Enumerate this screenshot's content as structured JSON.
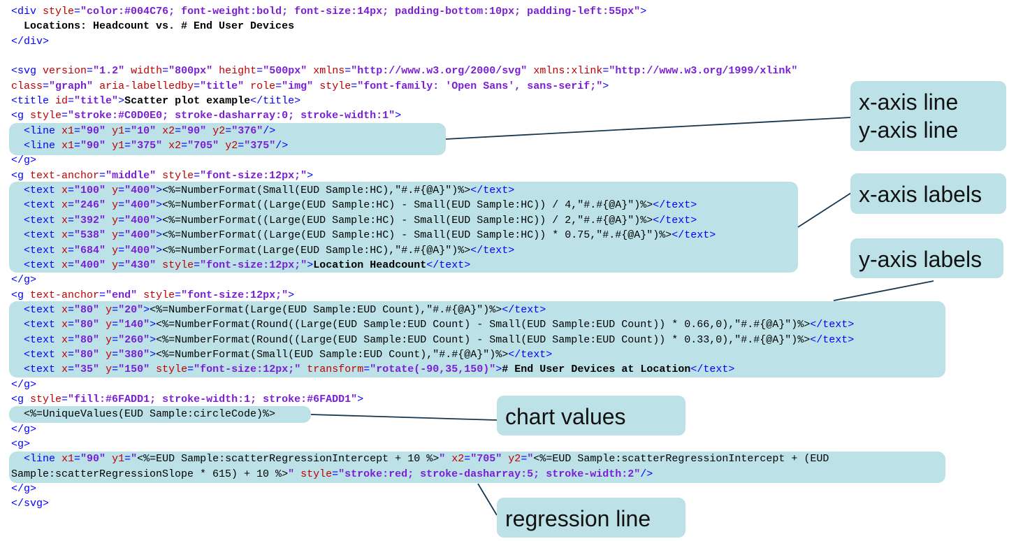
{
  "code_lines": [
    [
      [
        "tag",
        "<div "
      ],
      [
        "attr",
        "style"
      ],
      [
        "tag",
        "="
      ],
      [
        "val",
        "\"color:#004C76; font-weight:bold; font-size:14px; padding-bottom:10px; padding-left:55px\""
      ],
      [
        "tag",
        ">"
      ]
    ],
    [
      [
        "text",
        "  Locations: Headcount vs. # End User Devices"
      ]
    ],
    [
      [
        "tag",
        "</div>"
      ]
    ],
    [
      [
        "txt",
        ""
      ]
    ],
    [
      [
        "tag",
        "<svg"
      ],
      [
        "txt",
        " "
      ],
      [
        "attr",
        "version"
      ],
      [
        "tag",
        "="
      ],
      [
        "val",
        "\"1.2\""
      ],
      [
        "txt",
        " "
      ],
      [
        "attr",
        "width"
      ],
      [
        "tag",
        "="
      ],
      [
        "val",
        "\"800px\""
      ],
      [
        "txt",
        " "
      ],
      [
        "attr",
        "height"
      ],
      [
        "tag",
        "="
      ],
      [
        "val",
        "\"500px\""
      ],
      [
        "txt",
        " "
      ],
      [
        "attr",
        "xmlns"
      ],
      [
        "tag",
        "="
      ],
      [
        "val",
        "\"http://www.w3.org/2000/svg\""
      ],
      [
        "txt",
        " "
      ],
      [
        "attr",
        "xmlns:xlink"
      ],
      [
        "tag",
        "="
      ],
      [
        "val",
        "\"http://www.w3.org/1999/xlink\""
      ]
    ],
    [
      [
        "attr",
        "class"
      ],
      [
        "tag",
        "="
      ],
      [
        "val",
        "\"graph\""
      ],
      [
        "txt",
        " "
      ],
      [
        "attr",
        "aria-labelledby"
      ],
      [
        "tag",
        "="
      ],
      [
        "val",
        "\"title\""
      ],
      [
        "txt",
        " "
      ],
      [
        "attr",
        "role"
      ],
      [
        "tag",
        "="
      ],
      [
        "val",
        "\"img\""
      ],
      [
        "txt",
        " "
      ],
      [
        "attr",
        "style"
      ],
      [
        "tag",
        "="
      ],
      [
        "val",
        "\"font-family: 'Open Sans', sans-serif;\""
      ],
      [
        "tag",
        ">"
      ]
    ],
    [
      [
        "tag",
        "<title "
      ],
      [
        "attr",
        "id"
      ],
      [
        "tag",
        "="
      ],
      [
        "val",
        "\"title\""
      ],
      [
        "tag",
        ">"
      ],
      [
        "text",
        "Scatter plot example"
      ],
      [
        "tag",
        "</title>"
      ]
    ],
    [
      [
        "tag",
        "<g "
      ],
      [
        "attr",
        "style"
      ],
      [
        "tag",
        "="
      ],
      [
        "val",
        "\"stroke:#C0D0E0; stroke-dasharray:0; stroke-width:1\""
      ],
      [
        "tag",
        ">"
      ]
    ],
    [
      [
        "tag",
        "  <line "
      ],
      [
        "attr",
        "x1"
      ],
      [
        "tag",
        "="
      ],
      [
        "val",
        "\"90\""
      ],
      [
        "txt",
        " "
      ],
      [
        "attr",
        "y1"
      ],
      [
        "tag",
        "="
      ],
      [
        "val",
        "\"10\""
      ],
      [
        "txt",
        " "
      ],
      [
        "attr",
        "x2"
      ],
      [
        "tag",
        "="
      ],
      [
        "val",
        "\"90\""
      ],
      [
        "txt",
        " "
      ],
      [
        "attr",
        "y2"
      ],
      [
        "tag",
        "="
      ],
      [
        "val",
        "\"376\""
      ],
      [
        "tag",
        "/>"
      ]
    ],
    [
      [
        "tag",
        "  <line "
      ],
      [
        "attr",
        "x1"
      ],
      [
        "tag",
        "="
      ],
      [
        "val",
        "\"90\""
      ],
      [
        "txt",
        " "
      ],
      [
        "attr",
        "y1"
      ],
      [
        "tag",
        "="
      ],
      [
        "val",
        "\"375\""
      ],
      [
        "txt",
        " "
      ],
      [
        "attr",
        "x2"
      ],
      [
        "tag",
        "="
      ],
      [
        "val",
        "\"705\""
      ],
      [
        "txt",
        " "
      ],
      [
        "attr",
        "y2"
      ],
      [
        "tag",
        "="
      ],
      [
        "val",
        "\"375\""
      ],
      [
        "tag",
        "/>"
      ]
    ],
    [
      [
        "tag",
        "</g>"
      ]
    ],
    [
      [
        "tag",
        "<g "
      ],
      [
        "attr",
        "text-anchor"
      ],
      [
        "tag",
        "="
      ],
      [
        "val",
        "\"middle\""
      ],
      [
        "txt",
        " "
      ],
      [
        "attr",
        "style"
      ],
      [
        "tag",
        "="
      ],
      [
        "val",
        "\"font-size:12px;\""
      ],
      [
        "tag",
        ">"
      ]
    ],
    [
      [
        "tag",
        "  <text "
      ],
      [
        "attr",
        "x"
      ],
      [
        "tag",
        "="
      ],
      [
        "val",
        "\"100\""
      ],
      [
        "txt",
        " "
      ],
      [
        "attr",
        "y"
      ],
      [
        "tag",
        "="
      ],
      [
        "val",
        "\"400\""
      ],
      [
        "tag",
        ">"
      ],
      [
        "txt",
        "<%=NumberFormat(Small(EUD Sample:HC),\"#.#{@A}\")%>"
      ],
      [
        "tag",
        "</text>"
      ]
    ],
    [
      [
        "tag",
        "  <text "
      ],
      [
        "attr",
        "x"
      ],
      [
        "tag",
        "="
      ],
      [
        "val",
        "\"246\""
      ],
      [
        "txt",
        " "
      ],
      [
        "attr",
        "y"
      ],
      [
        "tag",
        "="
      ],
      [
        "val",
        "\"400\""
      ],
      [
        "tag",
        ">"
      ],
      [
        "txt",
        "<%=NumberFormat((Large(EUD Sample:HC) - Small(EUD Sample:HC)) / 4,\"#.#{@A}\")%>"
      ],
      [
        "tag",
        "</text>"
      ]
    ],
    [
      [
        "tag",
        "  <text "
      ],
      [
        "attr",
        "x"
      ],
      [
        "tag",
        "="
      ],
      [
        "val",
        "\"392\""
      ],
      [
        "txt",
        " "
      ],
      [
        "attr",
        "y"
      ],
      [
        "tag",
        "="
      ],
      [
        "val",
        "\"400\""
      ],
      [
        "tag",
        ">"
      ],
      [
        "txt",
        "<%=NumberFormat((Large(EUD Sample:HC) - Small(EUD Sample:HC)) / 2,\"#.#{@A}\")%>"
      ],
      [
        "tag",
        "</text>"
      ]
    ],
    [
      [
        "tag",
        "  <text "
      ],
      [
        "attr",
        "x"
      ],
      [
        "tag",
        "="
      ],
      [
        "val",
        "\"538\""
      ],
      [
        "txt",
        " "
      ],
      [
        "attr",
        "y"
      ],
      [
        "tag",
        "="
      ],
      [
        "val",
        "\"400\""
      ],
      [
        "tag",
        ">"
      ],
      [
        "txt",
        "<%=NumberFormat((Large(EUD Sample:HC) - Small(EUD Sample:HC)) * 0.75,\"#.#{@A}\")%>"
      ],
      [
        "tag",
        "</text>"
      ]
    ],
    [
      [
        "tag",
        "  <text "
      ],
      [
        "attr",
        "x"
      ],
      [
        "tag",
        "="
      ],
      [
        "val",
        "\"684\""
      ],
      [
        "txt",
        " "
      ],
      [
        "attr",
        "y"
      ],
      [
        "tag",
        "="
      ],
      [
        "val",
        "\"400\""
      ],
      [
        "tag",
        ">"
      ],
      [
        "txt",
        "<%=NumberFormat(Large(EUD Sample:HC),\"#.#{@A}\")%>"
      ],
      [
        "tag",
        "</text>"
      ]
    ],
    [
      [
        "tag",
        "  <text "
      ],
      [
        "attr",
        "x"
      ],
      [
        "tag",
        "="
      ],
      [
        "val",
        "\"400\""
      ],
      [
        "txt",
        " "
      ],
      [
        "attr",
        "y"
      ],
      [
        "tag",
        "="
      ],
      [
        "val",
        "\"430\""
      ],
      [
        "txt",
        " "
      ],
      [
        "attr",
        "style"
      ],
      [
        "tag",
        "="
      ],
      [
        "val",
        "\"font-size:12px;\""
      ],
      [
        "tag",
        ">"
      ],
      [
        "text",
        "Location Headcount"
      ],
      [
        "tag",
        "</text>"
      ]
    ],
    [
      [
        "tag",
        "</g>"
      ]
    ],
    [
      [
        "tag",
        "<g "
      ],
      [
        "attr",
        "text-anchor"
      ],
      [
        "tag",
        "="
      ],
      [
        "val",
        "\"end\""
      ],
      [
        "txt",
        " "
      ],
      [
        "attr",
        "style"
      ],
      [
        "tag",
        "="
      ],
      [
        "val",
        "\"font-size:12px;\""
      ],
      [
        "tag",
        ">"
      ]
    ],
    [
      [
        "tag",
        "  <text "
      ],
      [
        "attr",
        "x"
      ],
      [
        "tag",
        "="
      ],
      [
        "val",
        "\"80\""
      ],
      [
        "txt",
        " "
      ],
      [
        "attr",
        "y"
      ],
      [
        "tag",
        "="
      ],
      [
        "val",
        "\"20\""
      ],
      [
        "tag",
        ">"
      ],
      [
        "txt",
        "<%=NumberFormat(Large(EUD Sample:EUD Count),\"#.#{@A}\")%>"
      ],
      [
        "tag",
        "</text>"
      ]
    ],
    [
      [
        "tag",
        "  <text "
      ],
      [
        "attr",
        "x"
      ],
      [
        "tag",
        "="
      ],
      [
        "val",
        "\"80\""
      ],
      [
        "txt",
        " "
      ],
      [
        "attr",
        "y"
      ],
      [
        "tag",
        "="
      ],
      [
        "val",
        "\"140\""
      ],
      [
        "tag",
        ">"
      ],
      [
        "txt",
        "<%=NumberFormat(Round((Large(EUD Sample:EUD Count) - Small(EUD Sample:EUD Count)) * 0.66,0),\"#.#{@A}\")%>"
      ],
      [
        "tag",
        "</text>"
      ]
    ],
    [
      [
        "tag",
        "  <text "
      ],
      [
        "attr",
        "x"
      ],
      [
        "tag",
        "="
      ],
      [
        "val",
        "\"80\""
      ],
      [
        "txt",
        " "
      ],
      [
        "attr",
        "y"
      ],
      [
        "tag",
        "="
      ],
      [
        "val",
        "\"260\""
      ],
      [
        "tag",
        ">"
      ],
      [
        "txt",
        "<%=NumberFormat(Round((Large(EUD Sample:EUD Count) - Small(EUD Sample:EUD Count)) * 0.33,0),\"#.#{@A}\")%>"
      ],
      [
        "tag",
        "</text>"
      ]
    ],
    [
      [
        "tag",
        "  <text "
      ],
      [
        "attr",
        "x"
      ],
      [
        "tag",
        "="
      ],
      [
        "val",
        "\"80\""
      ],
      [
        "txt",
        " "
      ],
      [
        "attr",
        "y"
      ],
      [
        "tag",
        "="
      ],
      [
        "val",
        "\"380\""
      ],
      [
        "tag",
        ">"
      ],
      [
        "txt",
        "<%=NumberFormat(Small(EUD Sample:EUD Count),\"#.#{@A}\")%>"
      ],
      [
        "tag",
        "</text>"
      ]
    ],
    [
      [
        "tag",
        "  <text "
      ],
      [
        "attr",
        "x"
      ],
      [
        "tag",
        "="
      ],
      [
        "val",
        "\"35\""
      ],
      [
        "txt",
        " "
      ],
      [
        "attr",
        "y"
      ],
      [
        "tag",
        "="
      ],
      [
        "val",
        "\"150\""
      ],
      [
        "txt",
        " "
      ],
      [
        "attr",
        "style"
      ],
      [
        "tag",
        "="
      ],
      [
        "val",
        "\"font-size:12px;\""
      ],
      [
        "txt",
        " "
      ],
      [
        "attr",
        "transform"
      ],
      [
        "tag",
        "="
      ],
      [
        "val",
        "\"rotate(-90,35,150)\""
      ],
      [
        "tag",
        ">"
      ],
      [
        "text",
        "# End User Devices at Location"
      ],
      [
        "tag",
        "</text>"
      ]
    ],
    [
      [
        "tag",
        "</g>"
      ]
    ],
    [
      [
        "tag",
        "<g "
      ],
      [
        "attr",
        "style"
      ],
      [
        "tag",
        "="
      ],
      [
        "val",
        "\"fill:#6FADD1; stroke-width:1; stroke:#6FADD1\""
      ],
      [
        "tag",
        ">"
      ]
    ],
    [
      [
        "txt",
        "  <%=UniqueValues(EUD Sample:circleCode)%>"
      ]
    ],
    [
      [
        "tag",
        "</g>"
      ]
    ],
    [
      [
        "tag",
        "<g>"
      ]
    ],
    [
      [
        "tag",
        "  <line "
      ],
      [
        "attr",
        "x1"
      ],
      [
        "tag",
        "="
      ],
      [
        "val",
        "\"90\""
      ],
      [
        "txt",
        " "
      ],
      [
        "attr",
        "y1"
      ],
      [
        "tag",
        "="
      ],
      [
        "val",
        "\""
      ],
      [
        "txt",
        "<%=EUD Sample:scatterRegressionIntercept + 10 %>"
      ],
      [
        "val",
        "\""
      ],
      [
        "txt",
        " "
      ],
      [
        "attr",
        "x2"
      ],
      [
        "tag",
        "="
      ],
      [
        "val",
        "\"705\""
      ],
      [
        "txt",
        " "
      ],
      [
        "attr",
        "y2"
      ],
      [
        "tag",
        "="
      ],
      [
        "val",
        "\""
      ],
      [
        "txt",
        "<%=EUD Sample:scatterRegressionIntercept + (EUD"
      ]
    ],
    [
      [
        "txt",
        "Sample:scatterRegressionSlope * 615) + 10 %>"
      ],
      [
        "val",
        "\""
      ],
      [
        "txt",
        " "
      ],
      [
        "attr",
        "style"
      ],
      [
        "tag",
        "="
      ],
      [
        "val",
        "\"stroke:red; stroke-dasharray:5; stroke-width:2\""
      ],
      [
        "tag",
        "/>"
      ]
    ],
    [
      [
        "tag",
        "</g>"
      ]
    ],
    [
      [
        "tag",
        "</svg>"
      ]
    ]
  ],
  "callouts": {
    "axis_lines": [
      "x-axis line",
      "y-axis line"
    ],
    "x_labels": "x-axis labels",
    "y_labels": "y-axis labels",
    "chart_values": "chart values",
    "regression": "regression line"
  },
  "colors": {
    "highlight": "#BCE2E8",
    "connector": "#16374F",
    "tag": "#0000FF",
    "attribute": "#C00000",
    "value": "#7A1FD6"
  }
}
